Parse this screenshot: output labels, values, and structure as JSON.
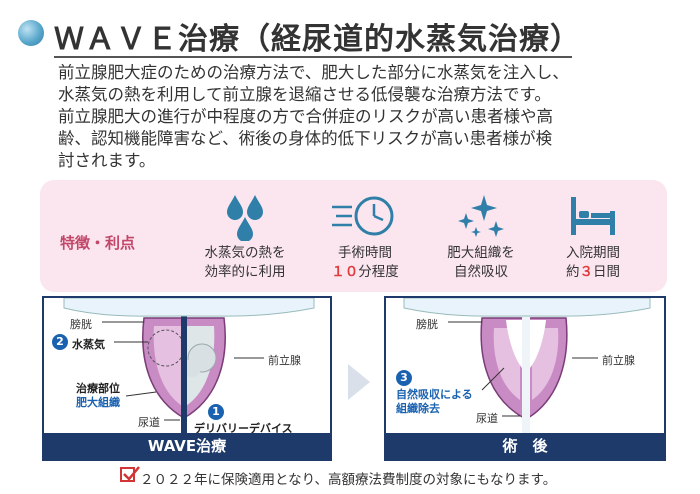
{
  "title": "ＷＡＶＥ治療（経尿道的水蒸気治療）",
  "description": [
    "前立腺肥大症のための治療方法で、肥大した部分に水蒸気を注入し、",
    "水蒸気の熱を利用して前立腺を退縮させる低侵襲な治療方法です。",
    "前立腺肥大の進行が中程度の方で合併症のリスクが高い患者様や高",
    "齢、認知機能障害など、術後の身体的低下リスクが高い患者様が検",
    "討されます。"
  ],
  "features": {
    "label": "特徴・利点",
    "items": [
      {
        "icon": "water-drops-icon",
        "line1": "水蒸気の熱を",
        "line2": "効率的に利用",
        "highlight": ""
      },
      {
        "icon": "fast-clock-icon",
        "line1": "手術時間",
        "line2_highlight": "１０",
        "line2_rest": "分程度"
      },
      {
        "icon": "sparkles-icon",
        "line1": "肥大組織を",
        "line2": "自然吸収"
      },
      {
        "icon": "hospital-bed-icon",
        "line1": "入院期間",
        "line2_prefix": "約",
        "line2_highlight": "３",
        "line2_rest": "日間"
      }
    ]
  },
  "left_panel": {
    "footer": "WAVE治療",
    "labels": {
      "bladder": "膀胱",
      "steam_num": "2",
      "steam": "水蒸気",
      "prostate": "前立腺",
      "site1": "治療部位",
      "site2": "肥大組織",
      "urethra": "尿道",
      "device_num": "1",
      "device": "デリバリーデバイス"
    }
  },
  "right_panel": {
    "footer": "術　後",
    "labels": {
      "bladder": "膀胱",
      "prostate": "前立腺",
      "absorb_num": "3",
      "absorb1": "自然吸収による",
      "absorb2": "組織除去",
      "urethra": "尿道"
    }
  },
  "bottom_note": "２０２２年に保険適用となり、高額療法費制度の対象にもなります。",
  "colors": {
    "accent_pink": "#fbe6ef",
    "accent_blue": "#1e3a6b",
    "icon_blue": "#2f7fa8",
    "highlight_red": "#e03c3c"
  }
}
